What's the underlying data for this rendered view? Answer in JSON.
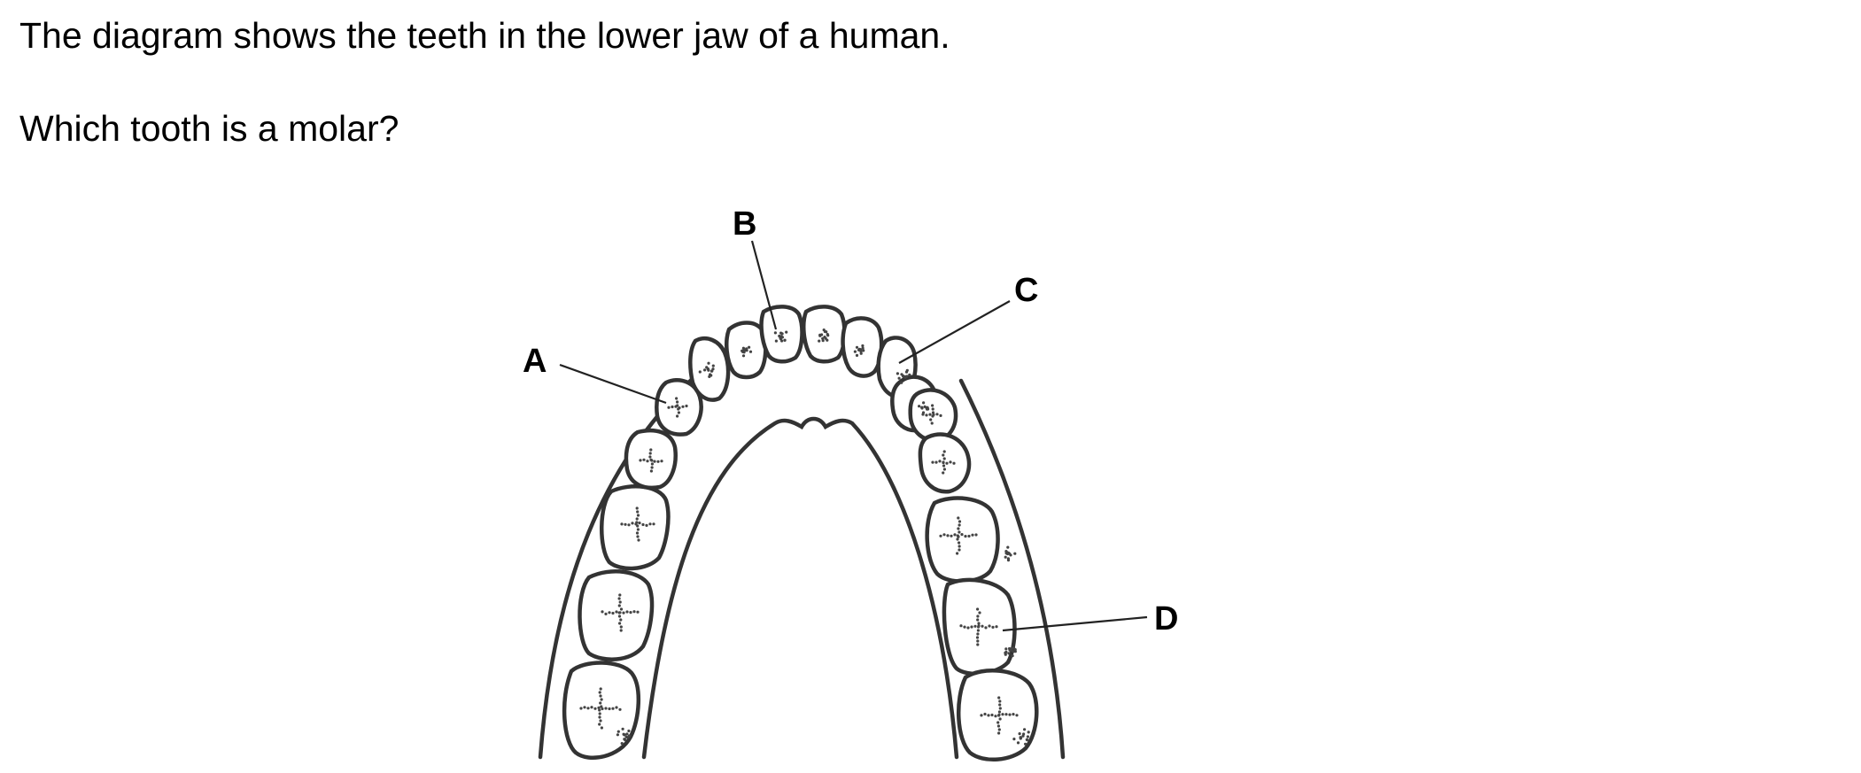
{
  "question": {
    "line1": "The diagram shows the teeth in the lower jaw of a human.",
    "line2": "Which tooth is a molar?"
  },
  "diagram": {
    "labels": {
      "a": "A",
      "b": "B",
      "c": "C",
      "d": "D"
    }
  }
}
